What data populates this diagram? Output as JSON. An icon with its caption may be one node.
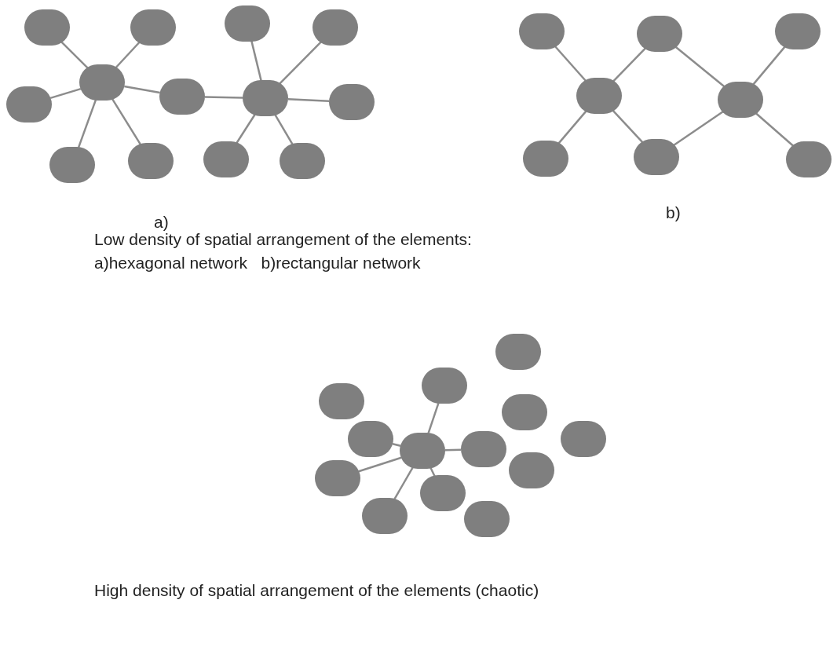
{
  "diagram": {
    "nodes": [
      {
        "text": [],
        "shape": "circle"
      },
      {
        "text": [],
        "shape": "circle"
      },
      {
        "text": [],
        "shape": "circle"
      },
      {
        "text": [],
        "shape": "circle"
      },
      {
        "text": [],
        "shape": "circle"
      },
      {
        "text": [],
        "shape": "circle"
      },
      {
        "text": [],
        "shape": "circle"
      },
      {
        "text": [],
        "shape": "circle"
      },
      {
        "text": [],
        "shape": "circle"
      },
      {
        "text": [],
        "shape": "circle"
      },
      {
        "text": [],
        "shape": "circle"
      },
      {
        "text": [],
        "shape": "circle"
      },
      {
        "text": [],
        "shape": "circle"
      },
      {
        "text": [],
        "shape": "circle"
      },
      {
        "text": [],
        "shape": "circle"
      },
      {
        "text": [],
        "shape": "circle"
      },
      {
        "text": [],
        "shape": "circle"
      },
      {
        "text": [],
        "shape": "circle"
      },
      {
        "text": [],
        "shape": "circle"
      },
      {
        "text": [],
        "shape": "circle"
      },
      {
        "text": [],
        "shape": "circle"
      },
      {
        "text": [],
        "shape": "circle"
      },
      {
        "text": [],
        "shape": "circle"
      },
      {
        "text": [],
        "shape": "circle"
      },
      {
        "text": [],
        "shape": "circle"
      },
      {
        "text": [],
        "shape": "circle"
      },
      {
        "text": [],
        "shape": "circle"
      },
      {
        "text": [],
        "shape": "circle"
      },
      {
        "text": [],
        "shape": "circle"
      },
      {
        "text": [],
        "shape": "circle"
      },
      {
        "text": [],
        "shape": "circle"
      },
      {
        "text": [],
        "shape": "circle"
      },
      {
        "text": [],
        "shape": "circle"
      },
      {
        "text": [],
        "shape": "circle"
      }
    ],
    "edges": [
      {
        "from": 4,
        "to": 0,
        "arrow": "none"
      },
      {
        "from": 4,
        "to": 1,
        "arrow": "none"
      },
      {
        "from": 4,
        "to": 7,
        "arrow": "none"
      },
      {
        "from": 4,
        "to": 9,
        "arrow": "none"
      },
      {
        "from": 4,
        "to": 10,
        "arrow": "none"
      },
      {
        "from": 4,
        "to": 5,
        "arrow": "none"
      },
      {
        "from": 5,
        "to": 6,
        "arrow": "none"
      },
      {
        "from": 6,
        "to": 2,
        "arrow": "none"
      },
      {
        "from": 6,
        "to": 3,
        "arrow": "none"
      },
      {
        "from": 6,
        "to": 8,
        "arrow": "none"
      },
      {
        "from": 6,
        "to": 11,
        "arrow": "none"
      },
      {
        "from": 6,
        "to": 12,
        "arrow": "none"
      },
      {
        "from": 16,
        "to": 13,
        "arrow": "none"
      },
      {
        "from": 16,
        "to": 14,
        "arrow": "none"
      },
      {
        "from": 14,
        "to": 17,
        "arrow": "none"
      },
      {
        "from": 17,
        "to": 15,
        "arrow": "none"
      },
      {
        "from": 16,
        "to": 18,
        "arrow": "none"
      },
      {
        "from": 16,
        "to": 19,
        "arrow": "none"
      },
      {
        "from": 19,
        "to": 17,
        "arrow": "none"
      },
      {
        "from": 17,
        "to": 20,
        "arrow": "none"
      },
      {
        "from": 26,
        "to": 22,
        "arrow": "none"
      },
      {
        "from": 26,
        "to": 25,
        "arrow": "none"
      },
      {
        "from": 26,
        "to": 27,
        "arrow": "none"
      },
      {
        "from": 26,
        "to": 29,
        "arrow": "none"
      },
      {
        "from": 26,
        "to": 31,
        "arrow": "none"
      },
      {
        "from": 26,
        "to": 32,
        "arrow": "none"
      }
    ],
    "labels": [
      "a)",
      "b)",
      "Low density of spatial arrangement of the elements:",
      "a)hexagonal network   b)rectangular network",
      "High density of spatial arrangement of the elements (chaotic)"
    ]
  }
}
